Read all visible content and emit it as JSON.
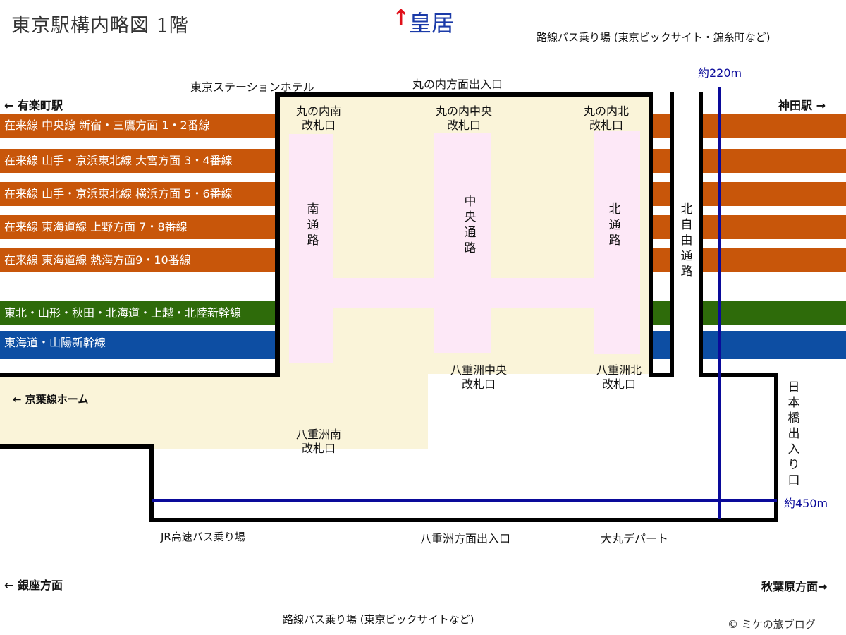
{
  "map": {
    "title": "東京駅構内略図 1階",
    "north_label": "皇居",
    "north_arrow": "↑",
    "colors": {
      "conventional_line": "#c8560a",
      "tohoku_shinkansen": "#2e6b0a",
      "tokaido_shinkansen": "#0d4ea3",
      "concourse": "#faf4d9",
      "passage": "#fde8f7",
      "distance_line": "#0a0a9a",
      "north_arrow": "#e0101a",
      "north_label": "#1a3aa8"
    },
    "top_labels": {
      "bus_stop_north": "路線バス乗り場 (東京ビックサイト・錦糸町など)",
      "station_hotel": "東京ステーションホテル",
      "marunouchi_entrance": "丸の内方面出入口",
      "distance_220": "約220m"
    },
    "directions": {
      "yurakucho": "← 有楽町駅",
      "kanda": "神田駅 →",
      "ginza": "← 銀座方面",
      "akihabara": "秋葉原方面→",
      "keiyo": "← 京葉線ホーム"
    },
    "platforms": [
      {
        "label": "在来線 中央線 新宿・三鷹方面 1・2番線",
        "type": "conventional"
      },
      {
        "label": "在来線 山手・京浜東北線 大宮方面 3・4番線",
        "type": "conventional"
      },
      {
        "label": "在来線 山手・京浜東北線 横浜方面 5・6番線",
        "type": "conventional"
      },
      {
        "label": "在来線 東海道線 上野方面 7・8番線",
        "type": "conventional"
      },
      {
        "label": "在来線 東海道線 熱海方面9・10番線",
        "type": "conventional"
      },
      {
        "label": "東北・山形・秋田・北海道・上越・北陸新幹線",
        "type": "tohoku"
      },
      {
        "label": "東海道・山陽新幹線",
        "type": "tokaido"
      }
    ],
    "gates": {
      "marunouchi_south": [
        "丸の内南",
        "改札口"
      ],
      "marunouchi_central": [
        "丸の内中央",
        "改札口"
      ],
      "marunouchi_north": [
        "丸の内北",
        "改札口"
      ],
      "yaesu_central": [
        "八重洲中央",
        "改札口"
      ],
      "yaesu_north": [
        "八重洲北",
        "改札口"
      ],
      "yaesu_south": [
        "八重洲南",
        "改札口"
      ]
    },
    "passages": {
      "south": "南通路",
      "central": "中央通路",
      "north": "北通路",
      "north_free": "北自由通路"
    },
    "right_labels": {
      "nihonbashi_exit": "日本橋出入り口",
      "distance_450": "約450m"
    },
    "bottom_labels": {
      "jr_highway_bus": "JR高速バス乗り場",
      "yaesu_entrance": "八重洲方面出入口",
      "daimaru": "大丸デパート",
      "bus_stop_south": "路線バス乗り場 (東京ビックサイトなど)",
      "copyright": "© ミケの旅ブログ"
    }
  }
}
